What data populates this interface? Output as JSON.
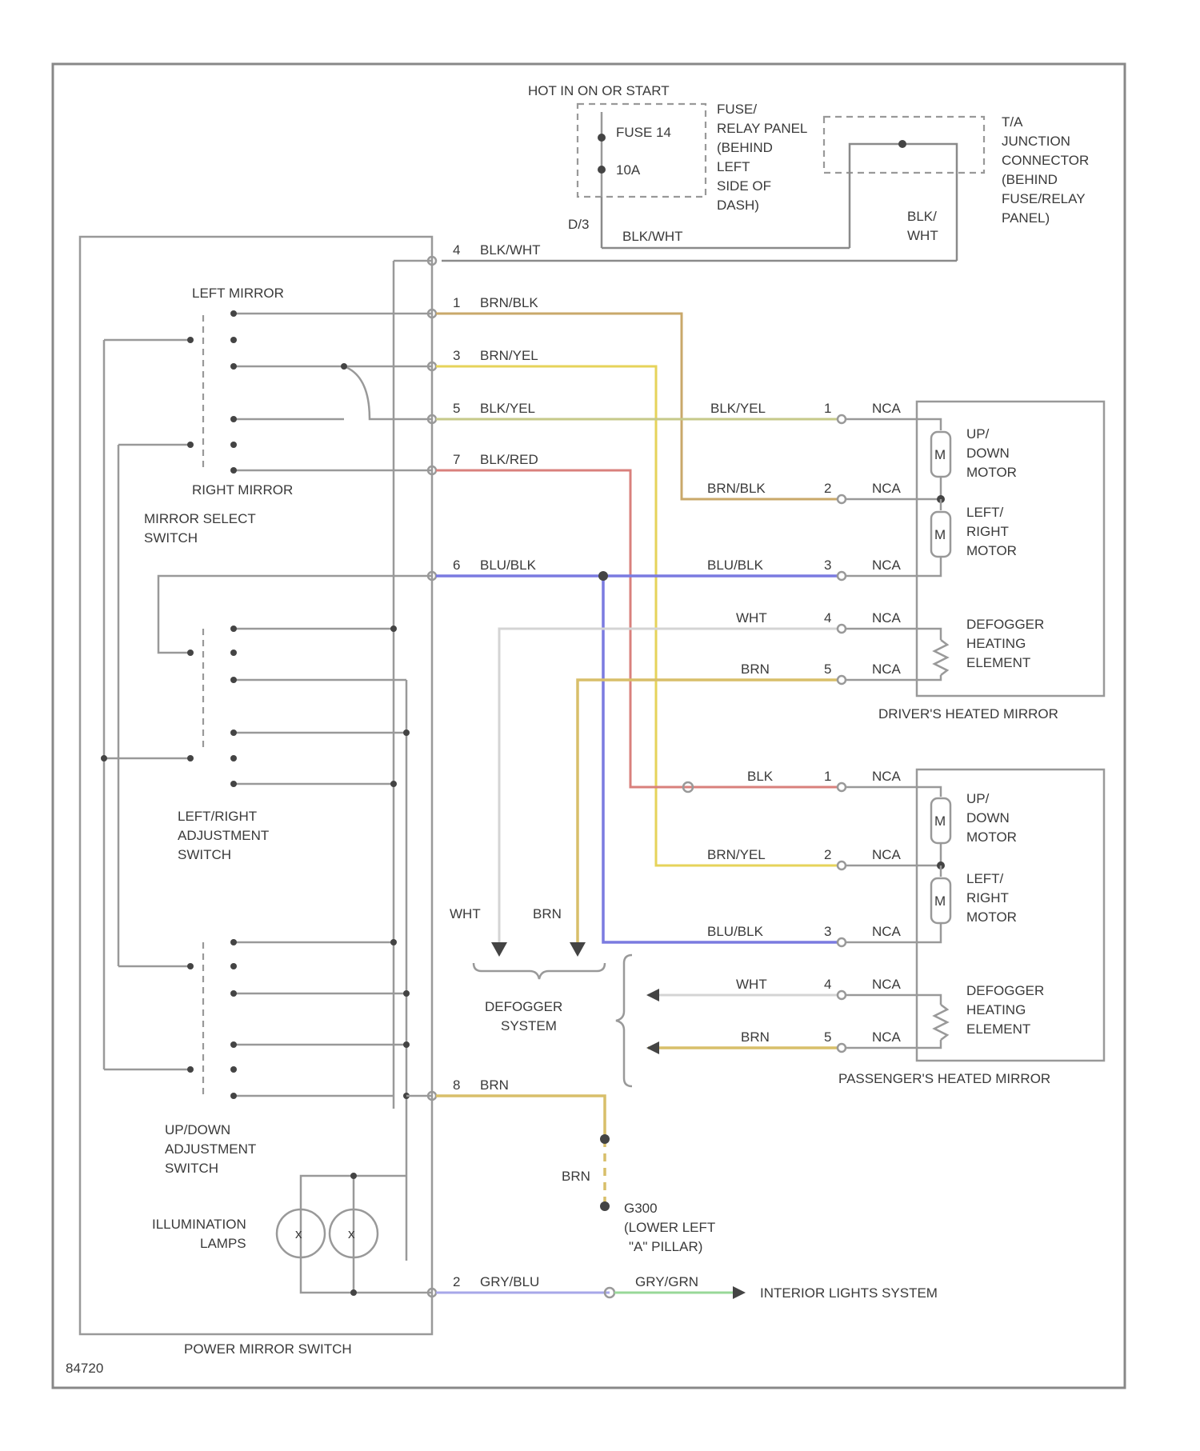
{
  "header": {
    "hot_label": "HOT IN ON OR START"
  },
  "fuse": {
    "name": "FUSE 14",
    "rating": "10A",
    "panel_label": [
      "FUSE/",
      "RELAY PANEL",
      "(BEHIND",
      "LEFT",
      "SIDE OF",
      "DASH)"
    ],
    "splice": "D/3"
  },
  "junction": {
    "label": [
      "T/A",
      "JUNCTION",
      "CONNECTOR",
      "(BEHIND",
      "FUSE/RELAY",
      "PANEL)"
    ],
    "wire": "BLK/WHT",
    "wire_right": [
      "BLK/",
      "WHT"
    ]
  },
  "switch": {
    "title": "POWER MIRROR SWITCH",
    "mirror_select": [
      "MIRROR SELECT",
      "SWITCH"
    ],
    "left_mirror": "LEFT MIRROR",
    "right_mirror": "RIGHT MIRROR",
    "lr_adjust": [
      "LEFT/RIGHT",
      "ADJUSTMENT",
      "SWITCH"
    ],
    "ud_adjust": [
      "UP/DOWN",
      "ADJUSTMENT",
      "SWITCH"
    ],
    "illumination": [
      "ILLUMINATION",
      "LAMPS"
    ]
  },
  "pins": [
    {
      "pin": "4",
      "wire": "BLK/WHT"
    },
    {
      "pin": "1",
      "wire": "BRN/BLK"
    },
    {
      "pin": "3",
      "wire": "BRN/YEL"
    },
    {
      "pin": "5",
      "wire": "BLK/YEL"
    },
    {
      "pin": "7",
      "wire": "BLK/RED"
    },
    {
      "pin": "6",
      "wire": "BLU/BLK"
    },
    {
      "pin": "8",
      "wire": "BRN"
    },
    {
      "pin": "2",
      "wire": "GRY/BLU"
    }
  ],
  "driver_mirror": {
    "title": "DRIVER'S HEATED MIRROR",
    "rows": [
      {
        "wire": "BLK/YEL",
        "pin": "1",
        "conn": "NCA"
      },
      {
        "wire": "BRN/BLK",
        "pin": "2",
        "conn": "NCA"
      },
      {
        "wire": "BLU/BLK",
        "pin": "3",
        "conn": "NCA"
      },
      {
        "wire": "WHT",
        "pin": "4",
        "conn": "NCA"
      },
      {
        "wire": "BRN",
        "pin": "5",
        "conn": "NCA"
      }
    ],
    "motor1": [
      "UP/",
      "DOWN",
      "MOTOR"
    ],
    "motor2": [
      "LEFT/",
      "RIGHT",
      "MOTOR"
    ],
    "heater": [
      "DEFOGGER",
      "HEATING",
      "ELEMENT"
    ]
  },
  "passenger_mirror": {
    "title": "PASSENGER'S HEATED MIRROR",
    "rows": [
      {
        "wire": "BLK",
        "pin": "1",
        "conn": "NCA"
      },
      {
        "wire": "BRN/YEL",
        "pin": "2",
        "conn": "NCA"
      },
      {
        "wire": "BLU/BLK",
        "pin": "3",
        "conn": "NCA"
      },
      {
        "wire": "WHT",
        "pin": "4",
        "conn": "NCA"
      },
      {
        "wire": "BRN",
        "pin": "5",
        "conn": "NCA"
      }
    ],
    "motor1": [
      "UP/",
      "DOWN",
      "MOTOR"
    ],
    "motor2": [
      "LEFT/",
      "RIGHT",
      "MOTOR"
    ],
    "heater": [
      "DEFOGGER",
      "HEATING",
      "ELEMENT"
    ]
  },
  "defogger": {
    "label": [
      "DEFOGGER",
      "SYSTEM"
    ],
    "wht": "WHT",
    "brn": "BRN"
  },
  "ground": {
    "wire": "BRN",
    "label": [
      "G300",
      "(LOWER LEFT",
      "\"A\" PILLAR)"
    ]
  },
  "interior": {
    "wire": "GRY/GRN",
    "label": "INTERIOR LIGHTS SYSTEM"
  },
  "lamp_symbol": "x",
  "motor_symbol": "M",
  "figure_id": "84720"
}
